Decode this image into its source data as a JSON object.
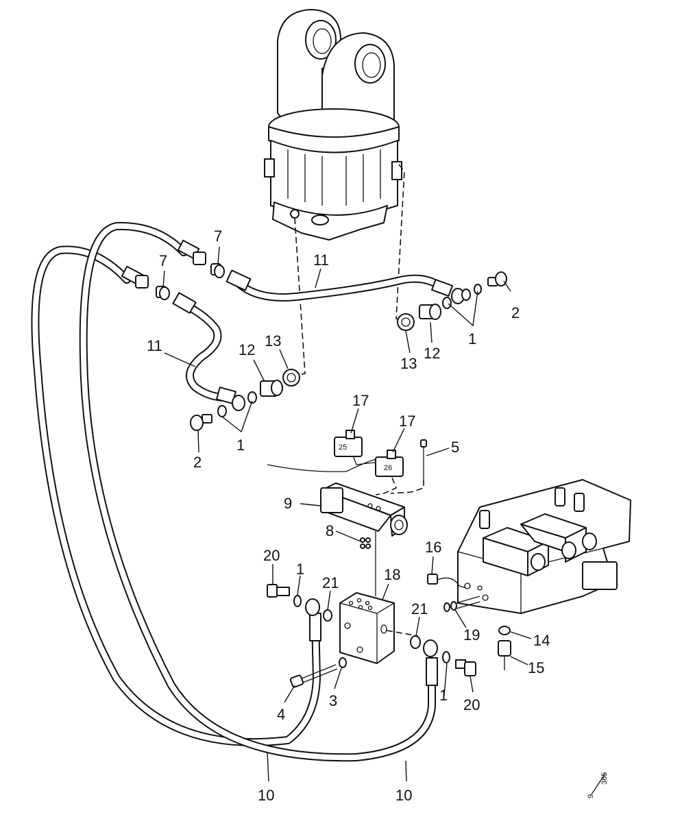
{
  "diagram": {
    "labels": {
      "l7a": "7",
      "l7b": "7",
      "l11a": "11",
      "l11b": "11",
      "l2a": "2",
      "l2b": "2",
      "l1a": "1",
      "l1b": "1",
      "l1c": "1",
      "l1d": "1",
      "l13a": "13",
      "l13b": "13",
      "l12a": "12",
      "l12b": "12",
      "l17a": "17",
      "l17b": "17",
      "l5": "5",
      "l9": "9",
      "l8": "8",
      "l16": "16",
      "l18": "18",
      "l20a": "20",
      "l20b": "20",
      "l21a": "21",
      "l21b": "21",
      "l19": "19",
      "l14": "14",
      "l15": "15",
      "l3": "3",
      "l4": "4",
      "l10a": "10",
      "l10b": "10"
    },
    "connector_marks": {
      "c25": "25",
      "c26": "26"
    },
    "page_ref": {
      "num": "9",
      "den": "365"
    }
  }
}
